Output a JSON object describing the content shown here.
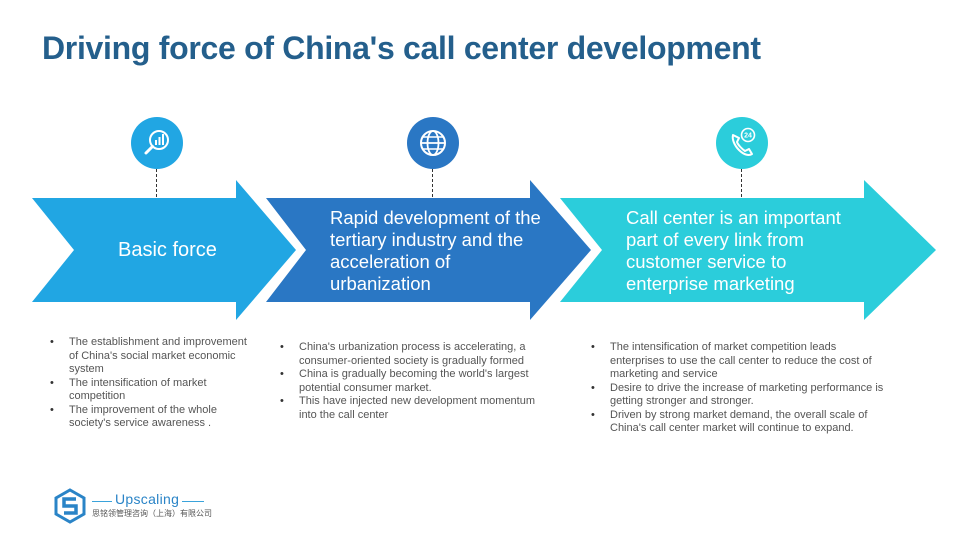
{
  "title": "Driving force of China's call center development",
  "stages": [
    {
      "icon": "magnifier-chart-icon",
      "color": "#21a6e3",
      "label": "Basic force",
      "bullets": [
        "The establishment and improvement of China's social market economic system",
        "The intensification of market competition",
        "The improvement of the whole society's service awareness ."
      ]
    },
    {
      "icon": "globe-icon",
      "color": "#2a77c4",
      "label": "Rapid development of the tertiary industry and the acceleration of urbanization",
      "bullets": [
        "China's urbanization process is accelerating, a consumer-oriented society is gradually formed",
        "China is gradually becoming the world's largest potential consumer market.",
        "This have injected new development momentum into the call center"
      ]
    },
    {
      "icon": "phone-24-icon",
      "color": "#2bcddb",
      "label": "Call center is an important part of every link from customer service to enterprise marketing",
      "bullets": [
        "The intensification of market competition leads enterprises to use the call center to reduce the cost of marketing and service",
        "Desire to drive the increase of marketing performance is getting stronger and stronger.",
        "Driven by strong market demand, the overall scale of China's call center market will continue to expand."
      ]
    }
  ],
  "logo": {
    "name": "Upscaling",
    "subtitle": "思铭领管理咨询（上海）有限公司"
  }
}
